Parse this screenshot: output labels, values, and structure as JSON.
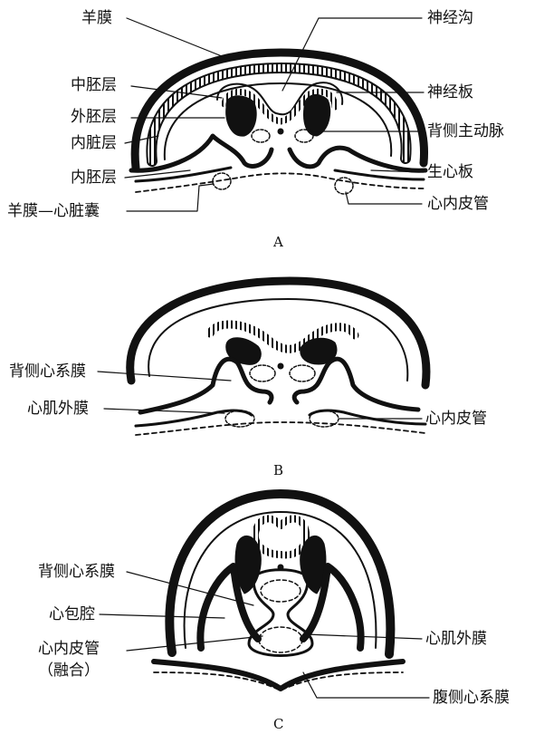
{
  "panels": [
    {
      "caption": "A",
      "labels": {
        "amnion": "羊膜",
        "mesoderm": "中胚层",
        "ectoderm": "外胚层",
        "splanchnic_mesoderm": "内脏层",
        "endoderm": "内胚层",
        "amnion_pericardial": "羊膜—心脏囊",
        "neural_groove": "神经沟",
        "neural_plate": "神经板",
        "dorsal_aorta": "背侧主动脉",
        "cardiogenic_plate": "生心板",
        "endocardial_tube": "心内皮管"
      }
    },
    {
      "caption": "B",
      "labels": {
        "dorsal_mesocardium": "背侧心系膜",
        "epimyocardium": "心肌外膜",
        "endocardial_tube": "心内皮管"
      }
    },
    {
      "caption": "C",
      "labels": {
        "dorsal_mesocardium": "背侧心系膜",
        "pericardial_cavity": "心包腔",
        "endocardial_tube": "心内皮管",
        "fused": "（融合）",
        "epimyocardium": "心肌外膜",
        "ventral_mesocardium": "腹侧心系膜"
      }
    }
  ]
}
